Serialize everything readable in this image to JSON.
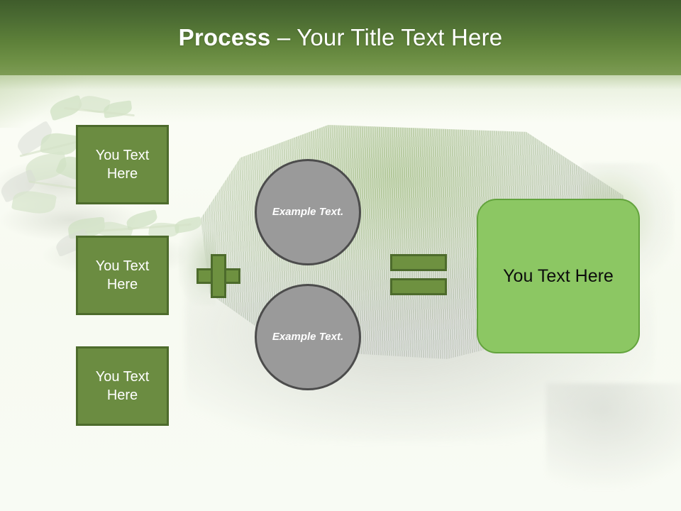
{
  "slide": {
    "title": {
      "strong": "Process",
      "rest": " – Your Title Text Here"
    },
    "colors": {
      "title_band_top": "#3f5c2b",
      "title_band_bottom": "#7d9b55",
      "box_fill": "#6b8c41",
      "box_border": "#4d6b2c",
      "circle_fill": "#9a9a9a",
      "circle_border": "#4c4c4c",
      "operator_fill": "#6e9140",
      "operator_border": "#4d6b2c",
      "result_fill": "#8cc763",
      "result_border": "#63a33d",
      "background": "#f8fbf3",
      "box_text": "#ffffff",
      "result_text": "#0d0d0d"
    },
    "input_boxes": [
      {
        "label": "You Text Here"
      },
      {
        "label": "You Text Here"
      },
      {
        "label": "You Text Here"
      }
    ],
    "circles": [
      {
        "label": "Example Text."
      },
      {
        "label": "Example Text."
      }
    ],
    "operators": {
      "plus": "+",
      "equals": "="
    },
    "result": {
      "label": "You Text Here"
    }
  }
}
